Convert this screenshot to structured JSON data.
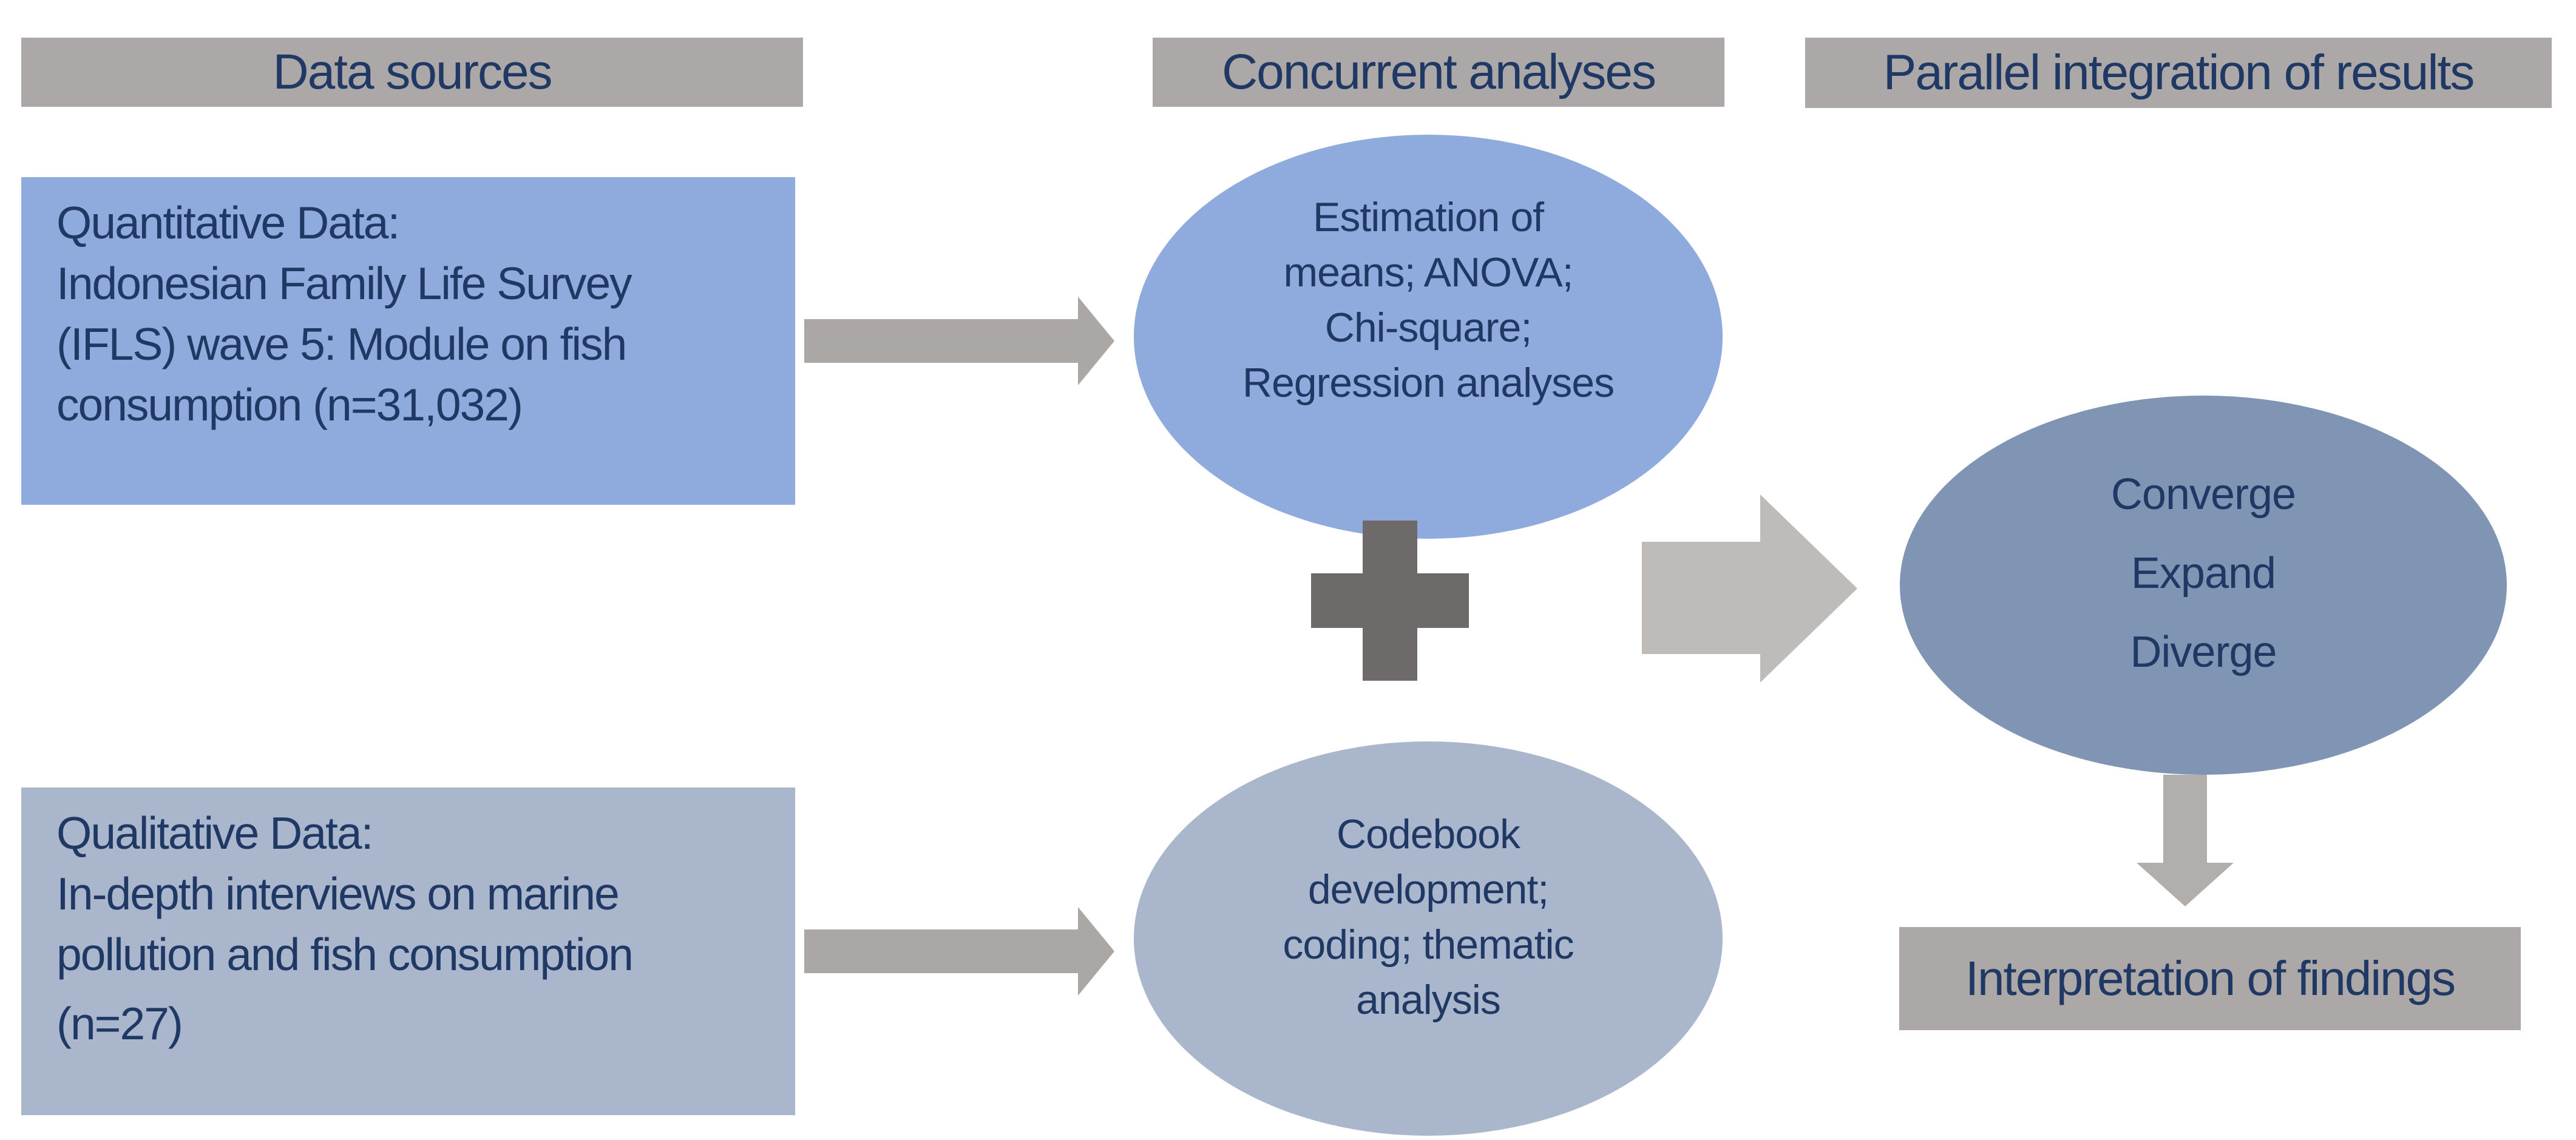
{
  "headers": {
    "data_sources": "Data sources",
    "concurrent_analyses": "Concurrent analyses",
    "parallel_integration": "Parallel integration of results"
  },
  "sources": {
    "quantitative": {
      "lines": [
        "Quantitative Data:",
        "Indonesian Family Life Survey",
        "(IFLS) wave 5: Module on fish",
        "consumption (n=31,032)"
      ]
    },
    "qualitative": {
      "lines": [
        "Qualitative Data:",
        "In-depth interviews on marine",
        "pollution and fish consumption",
        "(n=27)"
      ]
    }
  },
  "analyses": {
    "quantitative_ellipse": {
      "lines": [
        "Estimation of",
        "means; ANOVA;",
        "Chi-square;",
        "Regression analyses"
      ]
    },
    "qualitative_ellipse": {
      "lines": [
        "Codebook",
        "development;",
        "coding; thematic",
        "analysis"
      ]
    }
  },
  "integration": {
    "synthesis_ellipse": {
      "lines": [
        "Converge",
        "Expand",
        "Diverge"
      ]
    },
    "interpretation_label": "Interpretation of findings"
  },
  "shapes": {
    "combine": "plus-icon",
    "quantitative_flow": "arrow-right-icon",
    "qualitative_flow": "arrow-right-icon",
    "integration_flow": "arrow-right-icon",
    "interpretation_flow": "arrow-down-icon"
  },
  "colors": {
    "header_gray": "#ACA8A8",
    "quantitative_blue": "#8FAADC",
    "qualitative_blue_gray": "#AAB6CC",
    "integration_steel_blue": "#8094B4",
    "text_navy": "#1F3864",
    "plus_dark_gray": "#6F6A6A",
    "small_arrow_gray": "#ABA7A5",
    "large_arrow_gray": "#BFBBB9",
    "down_arrow_gray": "#B2AEAC",
    "background": "#FFFFFF"
  }
}
